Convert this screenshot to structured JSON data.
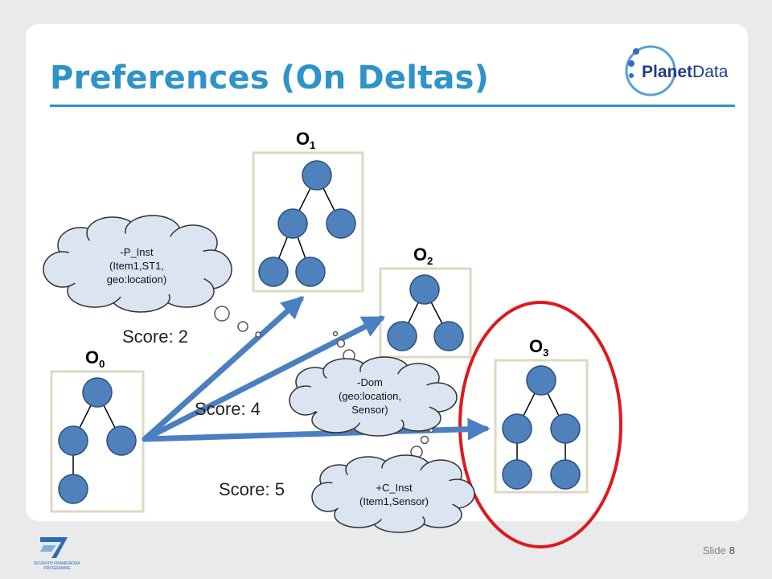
{
  "slide": {
    "title": "Preferences (On Deltas)",
    "slide_label": "Slide",
    "slide_number": "8"
  },
  "logo": {
    "name_part1": "Planet",
    "name_part2": "Data",
    "icon": "planetdata-logo"
  },
  "footer_logo": {
    "icon": "fp7-logo",
    "lines": [
      "SEVENTH FRAMEWORK",
      "PROGRAMME"
    ]
  },
  "ontologies": [
    {
      "letter": "O",
      "index": "0"
    },
    {
      "letter": "O",
      "index": "1"
    },
    {
      "letter": "O",
      "index": "2"
    },
    {
      "letter": "O",
      "index": "3"
    }
  ],
  "scores": [
    {
      "label": "Score: 2"
    },
    {
      "label": "Score: 4"
    },
    {
      "label": "Score: 5"
    }
  ],
  "clouds": [
    {
      "lines": [
        "-P_Inst",
        "(Item1,ST1,",
        "geo:location)"
      ]
    },
    {
      "lines": [
        "-Dom",
        "(geo:location,",
        "Sensor)"
      ]
    },
    {
      "lines": [
        "+C_Inst",
        "(Item1,Sensor)"
      ]
    }
  ],
  "colors": {
    "title": "#2e93c9",
    "node_fill": "#4f81bd",
    "node_stroke": "#2c4f7c",
    "arrow": "#4a7fc1",
    "cloud_fill": "#dbe5f1",
    "highlight": "#e0181b",
    "box_border": "#ddd9c3"
  }
}
